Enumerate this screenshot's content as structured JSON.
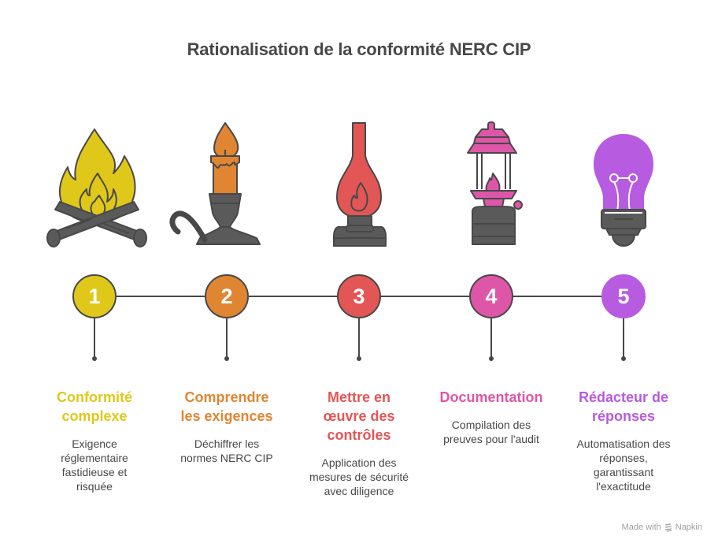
{
  "title": "Rationalisation de la conformité NERC CIP",
  "steps": [
    {
      "number": "1",
      "icon": "campfire-icon",
      "color": "#DFC81A",
      "heading": [
        "Conformité",
        "complexe"
      ],
      "description": [
        "Exigence",
        "réglementaire",
        "fastidieuse et",
        "risquée"
      ]
    },
    {
      "number": "2",
      "icon": "candle-icon",
      "color": "#E08532",
      "heading": [
        "Comprendre",
        "les exigences"
      ],
      "description": [
        "Déchiffrer les",
        "normes NERC CIP"
      ]
    },
    {
      "number": "3",
      "icon": "oil-lamp-icon",
      "color": "#E35656",
      "heading": [
        "Mettre en",
        "œuvre des",
        "contrôles"
      ],
      "description": [
        "Application des",
        "mesures de sécurité",
        "avec diligence"
      ]
    },
    {
      "number": "4",
      "icon": "lantern-icon",
      "color": "#DE56A8",
      "heading": [
        "Documentation"
      ],
      "description": [
        "Compilation des",
        "preuves pour l'audit"
      ]
    },
    {
      "number": "5",
      "icon": "light-bulb-icon",
      "color": "#B75BE0",
      "heading": [
        "Rédacteur de",
        "réponses"
      ],
      "description": [
        "Automatisation des",
        "réponses,",
        "garantissant",
        "l'exactitude"
      ]
    }
  ],
  "footer": {
    "made_with": "Made with",
    "brand": "Napkin"
  }
}
